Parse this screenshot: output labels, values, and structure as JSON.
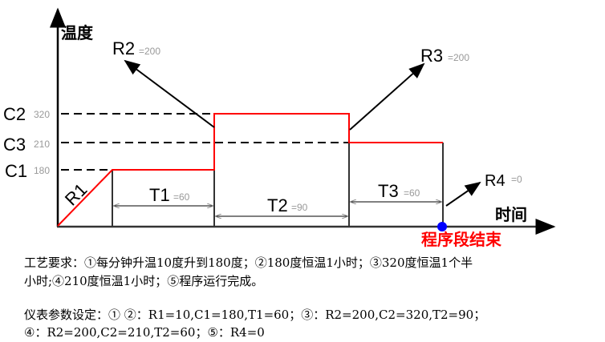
{
  "axes": {
    "y_label": "温度",
    "x_label": "时间"
  },
  "levels": [
    {
      "name": "C2",
      "value": "320"
    },
    {
      "name": "C3",
      "value": "210"
    },
    {
      "name": "C1",
      "value": "180"
    }
  ],
  "rates": {
    "r1": "R1",
    "r2": {
      "name": "R2",
      "value": "=200"
    },
    "r3": {
      "name": "R3",
      "value": "=200"
    },
    "r4": {
      "name": "R4",
      "value": "=0"
    }
  },
  "times": {
    "t1": {
      "name": "T1",
      "value": "=60"
    },
    "t2": {
      "name": "T2",
      "value": "=90"
    },
    "t3": {
      "name": "T3",
      "value": "=60"
    }
  },
  "end_label": "程序段结束",
  "colors": {
    "profile": "#ff0000",
    "end_dot": "#0000ff"
  },
  "description": {
    "line1": "工艺要求：①每分钟升温10度升到180度；②180度恒温1小时；③320度恒温1个半",
    "line2": "小时;④210度恒温1小时；⑤程序运行完成。",
    "line3": "仪表参数设定：① ②：R1=10,C1=180,T1=60；③：R2=200,C2=320,T2=90；",
    "line4": "④：R2=200,C2=210,T2=60；⑤：R4=0"
  }
}
